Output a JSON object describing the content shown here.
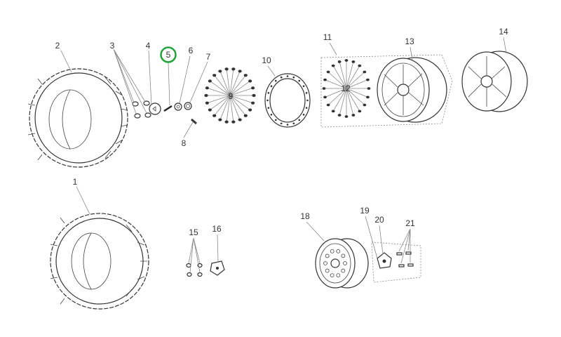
{
  "diagram": {
    "highlight_color": "#22a33a",
    "highlighted_callout": "5",
    "callouts": {
      "c1": "1",
      "c2": "2",
      "c3": "3",
      "c4": "4",
      "c5": "5",
      "c6": "6",
      "c7": "7",
      "c8": "8",
      "c9": "9",
      "c10": "10",
      "c11": "11",
      "c12": "12",
      "c13": "13",
      "c14": "14",
      "c15": "15",
      "c16": "16",
      "c18": "18",
      "c19": "19",
      "c20": "20",
      "c21": "21"
    }
  }
}
